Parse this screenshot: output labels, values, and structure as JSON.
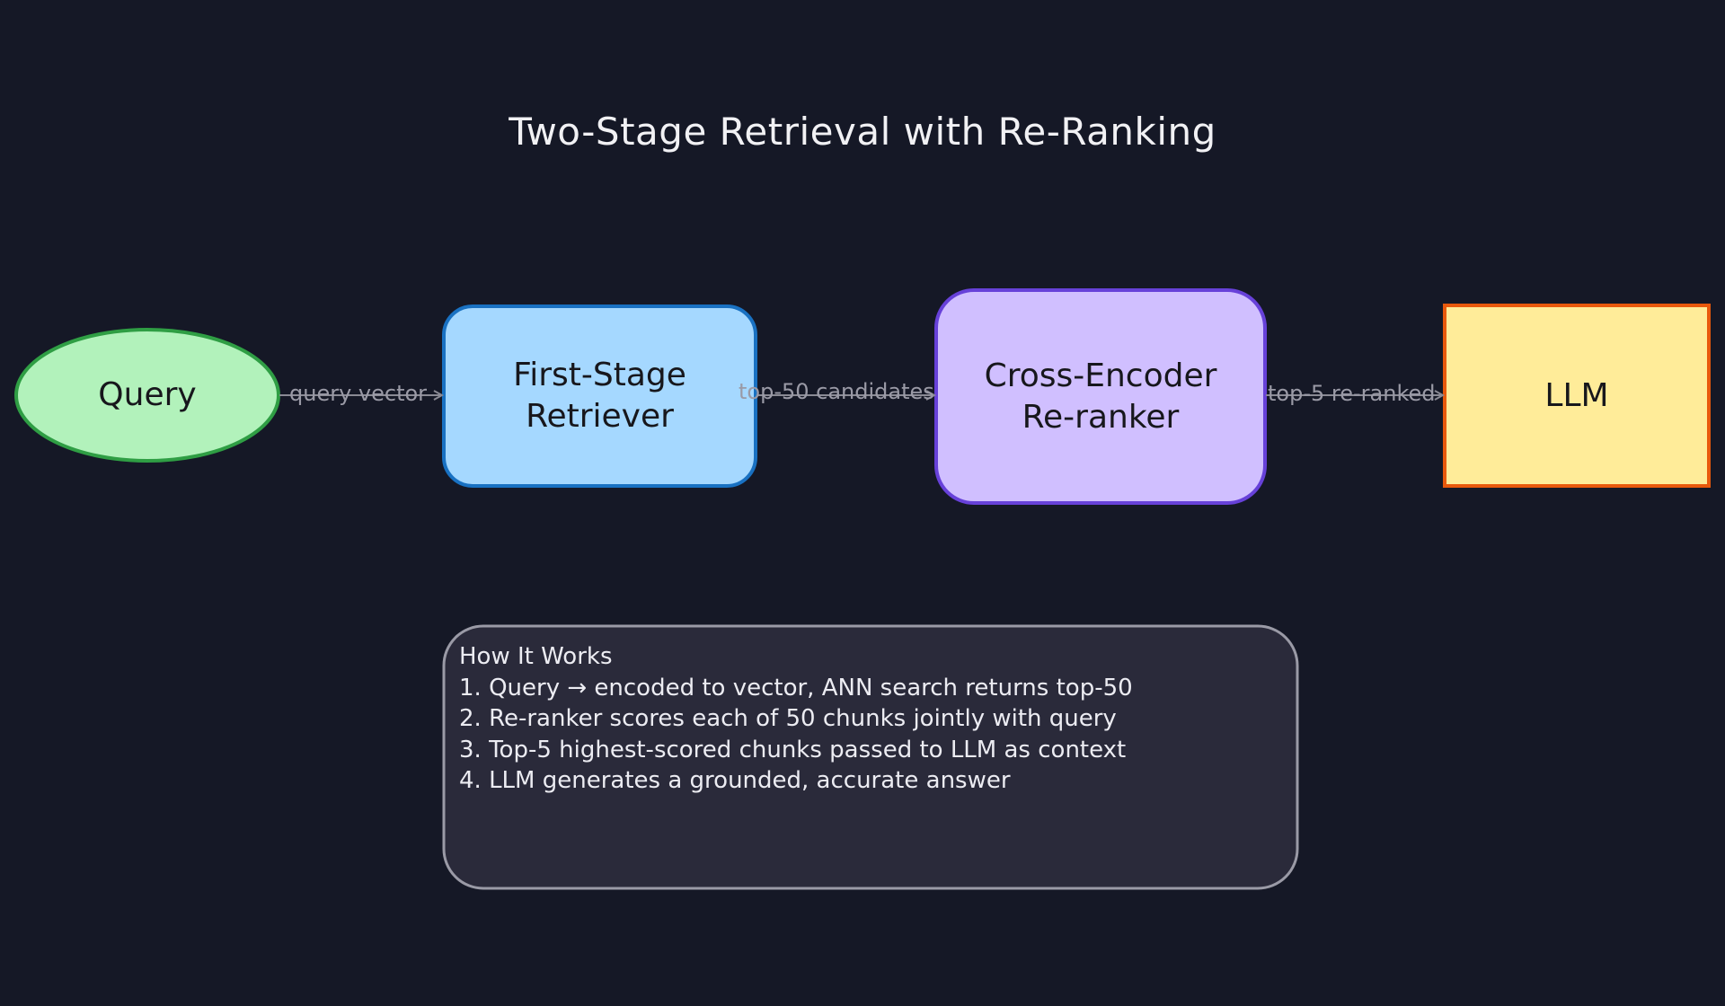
{
  "title": "Two-Stage Retrieval with Re-Ranking",
  "colors": {
    "background": "#151826",
    "query_fill": "#b2f2bb",
    "query_stroke": "#2f9e44",
    "retriever_fill": "#a5d8ff",
    "retriever_stroke": "#1971c2",
    "reranker_fill": "#d0bfff",
    "reranker_stroke": "#6741d9",
    "llm_fill": "#ffec99",
    "llm_stroke": "#e8590c",
    "edge": "#8a8a94",
    "notes_fill": "#2a2a3a",
    "notes_stroke": "#9a9aa6"
  },
  "nodes": {
    "query": {
      "label": "Query",
      "shape": "ellipse"
    },
    "retriever": {
      "label_lines": [
        "First-Stage",
        "Retriever"
      ],
      "shape": "rounded-rectangle"
    },
    "reranker": {
      "label_lines": [
        "Cross-Encoder",
        "Re-ranker"
      ],
      "shape": "rounded-rectangle"
    },
    "llm": {
      "label": "LLM",
      "shape": "rectangle"
    }
  },
  "edges": [
    {
      "from": "query",
      "to": "retriever",
      "label": "query vector"
    },
    {
      "from": "retriever",
      "to": "reranker",
      "label": "top-50 candidates"
    },
    {
      "from": "reranker",
      "to": "llm",
      "label": "top-5 re-ranked"
    }
  ],
  "notes": {
    "heading": "How It Works",
    "lines": [
      "1. Query → encoded to vector, ANN search returns top-50",
      "2. Re-ranker scores each of 50 chunks jointly with query",
      "3. Top-5 highest-scored chunks passed to LLM as context",
      "4. LLM generates a grounded, accurate answer"
    ]
  }
}
